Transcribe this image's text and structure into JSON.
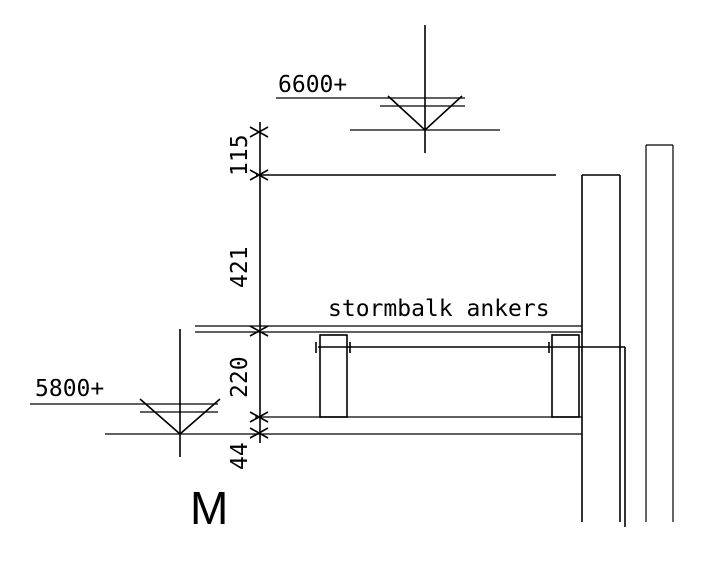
{
  "levels": {
    "upper": "6600+",
    "lower": "5800+"
  },
  "dimensions": {
    "d1": "115",
    "d2": "421",
    "d3": "220",
    "d4": "44"
  },
  "annotation": "stormbalk ankers",
  "section_mark": "M"
}
